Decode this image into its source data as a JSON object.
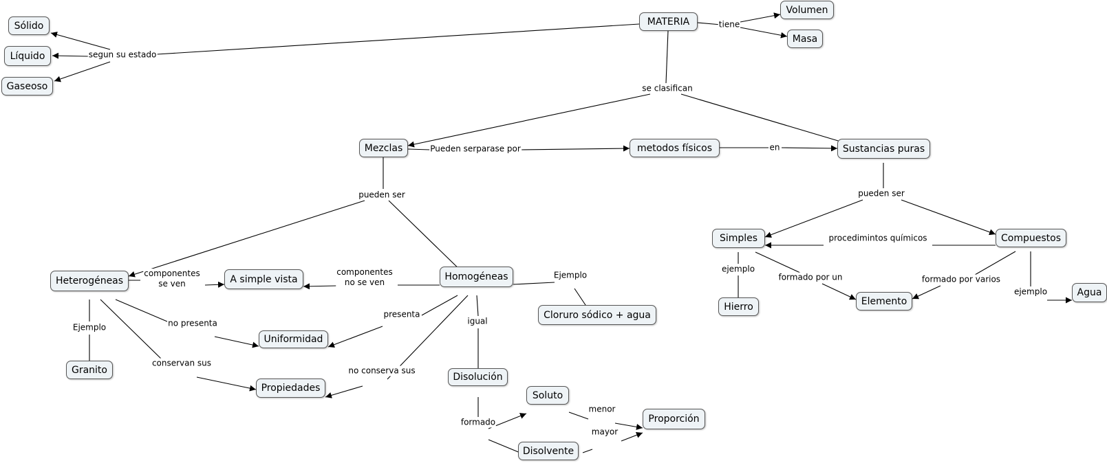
{
  "concepts": {
    "materia": "MATERIA",
    "volumen": "Volumen",
    "masa": "Masa",
    "solido": "Sólido",
    "liquido": "Líquido",
    "gaseoso": "Gaseoso",
    "mezclas": "Mezclas",
    "metodos": "metodos físicos",
    "sustancias": "Sustancias puras",
    "heterogeneas": "Heterogéneas",
    "simple_vista": "A simple vista",
    "homogeneas": "Homogéneas",
    "cloruro": "Cloruro sódico + agua",
    "uniformidad": "Uniformidad",
    "propiedades": "Propiedades",
    "granito": "Granito",
    "disolucion": "Disolución",
    "soluto": "Soluto",
    "disolvente": "Disolvente",
    "proporcion": "Proporción",
    "simples": "Simples",
    "compuestos": "Compuestos",
    "hierro": "Hierro",
    "elemento": "Elemento",
    "agua": "Agua"
  },
  "links": {
    "tiene": "tiene",
    "segun": "segun su estado",
    "clasifican": "se clasifican",
    "pueden_separarse": "Pueden serparase por",
    "en": "en",
    "pueden_ser_mezclas": "pueden ser",
    "pueden_ser_sustancias": "pueden ser",
    "componentes_se_ven": "componentes\nse ven",
    "componentes_no_se_ven": "componentes\nno se ven",
    "ejemplo_homog": "Ejemplo",
    "no_presenta": "no presenta",
    "presenta": "presenta",
    "ejemplo_heterog": "Ejemplo",
    "conservan": "conservan sus",
    "no_conserva": "no conserva sus",
    "igual": "igual",
    "formado": "formado",
    "menor": "menor",
    "mayor": "mayor",
    "procedimientos": "procedimintos químicos",
    "ejemplo_simples": "ejemplo",
    "formado_por_un": "formado por un",
    "formado_por_varios": "formado por varios",
    "ejemplo_compuestos": "ejemplo"
  },
  "colors": {
    "node_fill": "#eef3f6",
    "node_border": "#555555",
    "line": "#000000"
  }
}
